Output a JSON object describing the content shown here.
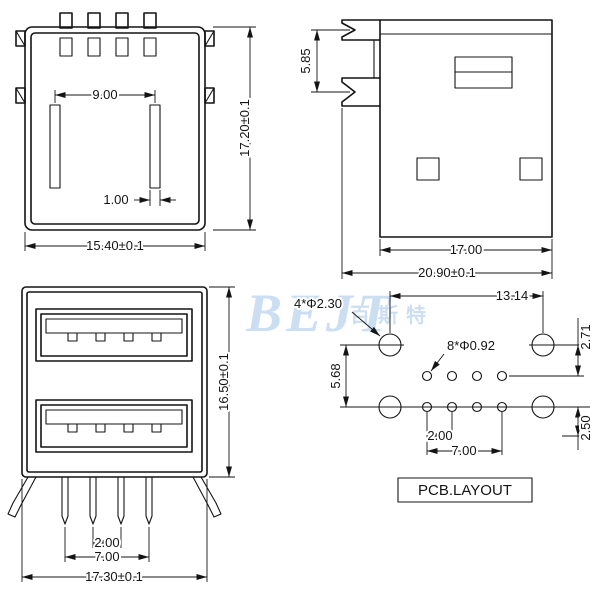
{
  "watermark": {
    "brand": "BEJT",
    "brand_cn": "百斯特",
    "color": "#8fb8e4"
  },
  "top_view": {
    "dim_inner_width": "9.00",
    "dim_contact_width": "1.00",
    "dim_overall_width": "15.40±0.1",
    "dim_overall_height": "17.20±0.1"
  },
  "side_view": {
    "dim_tab_offset": "5.85",
    "dim_body_width": "17.00",
    "dim_overall_width": "20.90±0.1"
  },
  "front_view": {
    "dim_pin_pitch": "2.00",
    "dim_pin_span": "7.00",
    "dim_overall_width": "17.30±0.1",
    "dim_overall_height": "16.50±0.1"
  },
  "pcb": {
    "label": "PCB.LAYOUT",
    "dim_big_holes": "4*Φ2.30",
    "dim_small_holes": "8*Φ0.92",
    "dim_col_span": "13.14",
    "dim_top_offset": "2.71",
    "dim_row_span": "5.68",
    "dim_bottom_offset": "2.50",
    "dim_pin_pitch": "2.00",
    "dim_pin_span": "7.00"
  }
}
